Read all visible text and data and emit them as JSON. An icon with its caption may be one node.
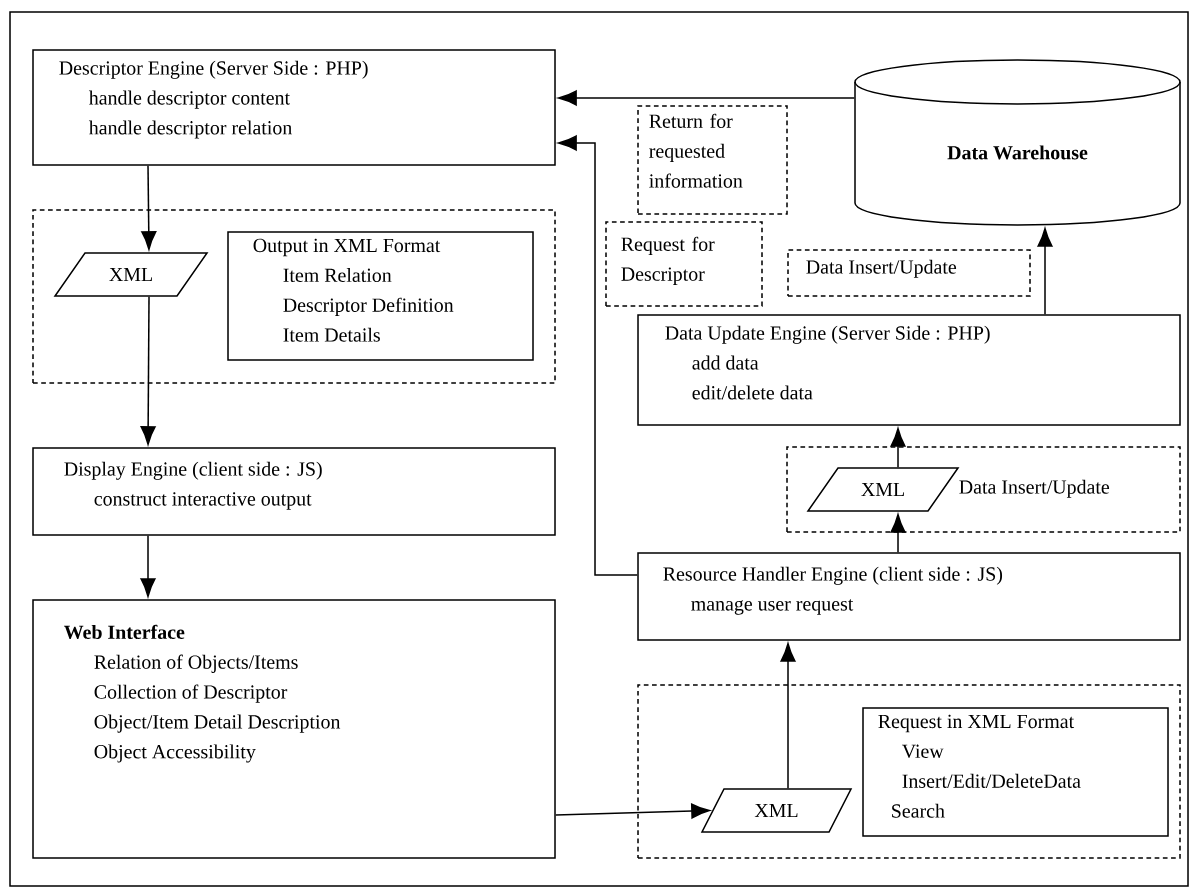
{
  "diagram": {
    "nodes": [
      {
        "text": [
          "Descriptor Engine (Server Side : PHP)",
          "handle descriptor content",
          "handle descriptor relation"
        ]
      },
      {
        "text": [],
        "shape": "box"
      },
      {
        "text": [
          "XML"
        ],
        "in": 1
      },
      {
        "text": [
          "Output in XML Format",
          "Item Relation",
          "Descriptor Definition",
          "Item Details"
        ],
        "in": 1
      },
      {
        "text": [
          "Display Engine (client side : JS)",
          "construct interactive output"
        ]
      },
      {
        "text": [
          "Web Interface",
          "Relation of Objects/Items",
          "Collection of Descriptor",
          "Object/Item Detail Description",
          "Object Accessibility"
        ]
      },
      {
        "text": [
          "Return for requested information"
        ]
      },
      {
        "text": [
          "Request for Descriptor"
        ]
      },
      {
        "text": [
          "Data Warehouse"
        ]
      },
      {
        "text": [
          "Data Insert/Update"
        ]
      },
      {
        "text": [
          "Data Update Engine (Server Side : PHP)",
          "add data",
          "edit/delete data"
        ]
      },
      {
        "text": [
          "Data Insert/Update"
        ]
      },
      {
        "text": [
          "XML"
        ],
        "in": 11
      },
      {
        "text": [
          "Resource Handler Engine (client side : JS)",
          "manage user request"
        ]
      },
      {
        "text": [],
        "shape": "box"
      },
      {
        "text": [
          "XML"
        ],
        "in": 14
      },
      {
        "text": [
          "Request in XML Format",
          "View",
          "Insert/Edit/DeleteData",
          "Search"
        ],
        "in": 14
      }
    ],
    "edges": [
      {
        "from": 0,
        "to": 2,
        "arrow": "to"
      },
      {
        "from": 2,
        "to": 4,
        "arrow": "to"
      },
      {
        "from": 4,
        "to": 5,
        "arrow": "to"
      },
      {
        "from": 8,
        "to": 0,
        "arrow": "to"
      },
      {
        "from": 13,
        "to": 0,
        "arrow": "to"
      },
      {
        "from": 10,
        "to": 8,
        "arrow": "to"
      },
      {
        "from": 13,
        "to": 12,
        "arrow": "to"
      },
      {
        "from": 12,
        "to": 10,
        "arrow": "to"
      },
      {
        "from": 15,
        "to": 13,
        "arrow": "to"
      },
      {
        "from": 5,
        "to": 15,
        "arrow": "to"
      }
    ]
  }
}
